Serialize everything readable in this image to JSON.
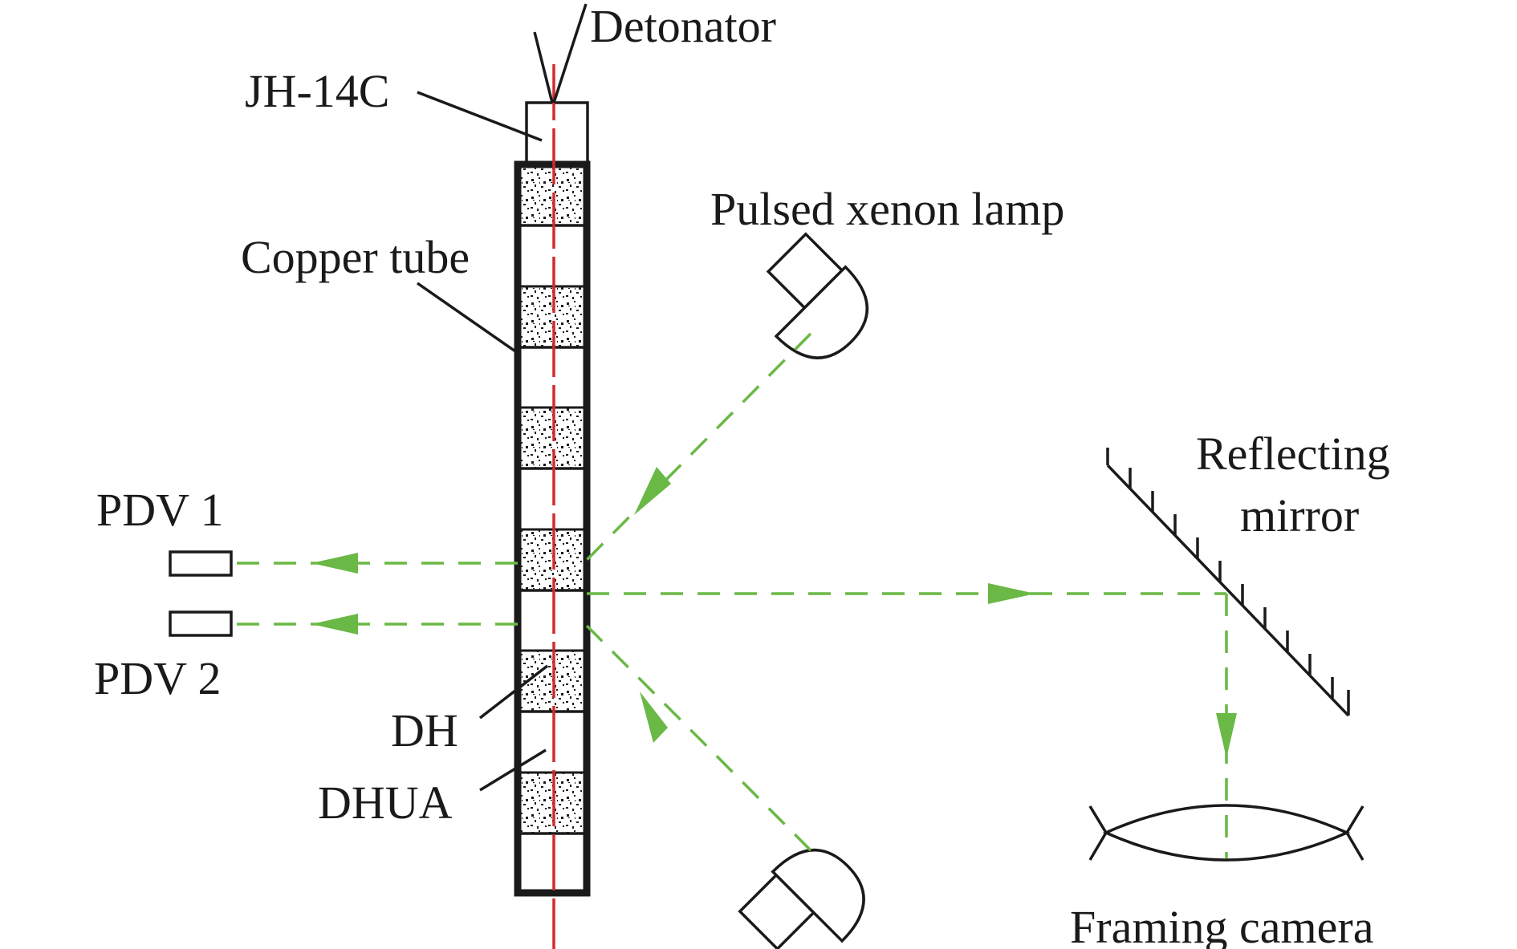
{
  "labels": {
    "detonator": "Detonator",
    "jh14c": "JH-14C",
    "copper_tube": "Copper tube",
    "pulsed_xenon_lamp": "Pulsed xenon lamp",
    "reflecting_line1": "Reflecting",
    "reflecting_line2": "mirror",
    "pdv1": "PDV 1",
    "pdv2": "PDV 2",
    "dh": "DH",
    "dhua": "DHUA",
    "framing_camera": "Framing camera"
  },
  "colors": {
    "beam": "#6ab845",
    "axis": "#d42a2a",
    "ink": "#1a1a1a"
  },
  "icons": [
    "xenon-lamp-icon",
    "mirror-icon",
    "lens-icon",
    "pdv-probe-icon"
  ]
}
